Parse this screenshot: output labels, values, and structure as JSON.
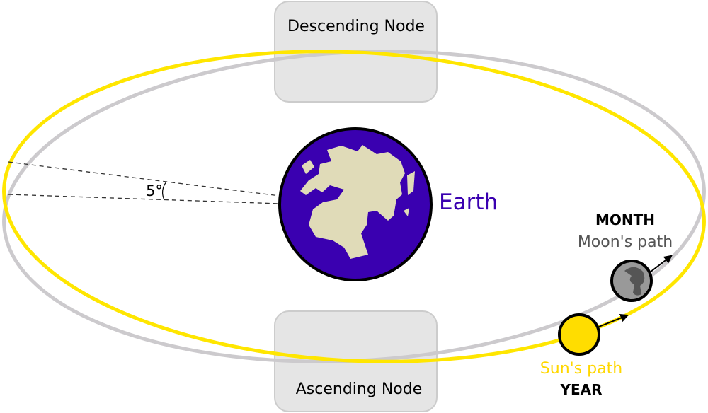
{
  "nodes": {
    "descending": "Descending Node",
    "ascending": "Ascending Node"
  },
  "earth_label": "Earth",
  "angle_label": "5°",
  "moon": {
    "title": "MONTH",
    "path_label": "Moon's path"
  },
  "sun": {
    "path_label": "Sun's path",
    "title": "YEAR"
  },
  "colors": {
    "sun_path": "#ffe600",
    "moon_path": "#cccacd",
    "earth": "#3a00b0",
    "land": "#e0dbb8",
    "node_box": "#e5e5e5",
    "sun": "#ffdd00",
    "moon": "#999999"
  }
}
